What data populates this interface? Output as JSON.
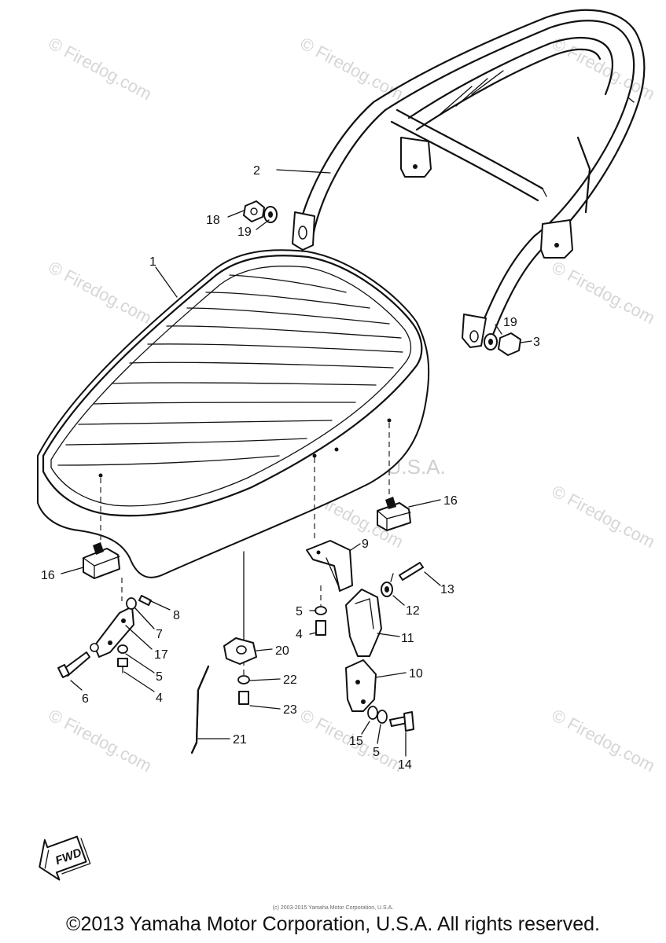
{
  "watermarks": {
    "firedog": "© Firedog.com",
    "center": "Yamaha Motor Corp, U.S.A."
  },
  "fwd_label": "FWD",
  "callouts": {
    "c1": "1",
    "c2": "2",
    "c3": "3",
    "c4a": "4",
    "c4b": "4",
    "c5a": "5",
    "c5b": "5",
    "c5c": "5",
    "c6": "6",
    "c7": "7",
    "c8": "8",
    "c9": "9",
    "c10": "10",
    "c11": "11",
    "c12": "12",
    "c13": "13",
    "c14": "14",
    "c15": "15",
    "c16a": "16",
    "c16b": "16",
    "c17": "17",
    "c18": "18",
    "c19a": "19",
    "c19b": "19",
    "c20": "20",
    "c21": "21",
    "c22": "22",
    "c23": "23"
  },
  "small_copyright": "(c) 2003-2015 Yamaha Motor Corporation, U.S.A.",
  "footer": "©2013 Yamaha Motor Corporation, U.S.A. All rights reserved."
}
